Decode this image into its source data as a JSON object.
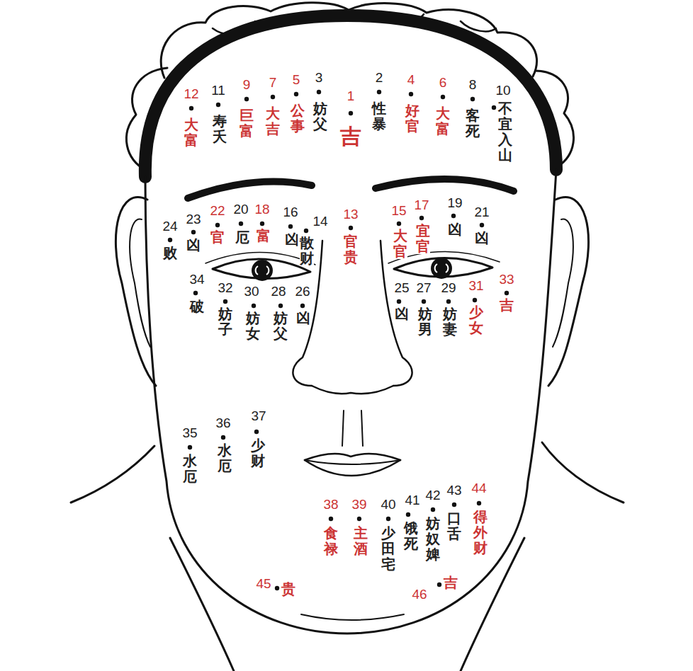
{
  "diagram": {
    "labels": [
      "12",
      "大富",
      "11",
      "寿夭",
      "9",
      "巨富",
      "7",
      "大吉",
      "5",
      "公事",
      "3",
      "妨父",
      "1",
      "吉",
      "2",
      "性暴",
      "4",
      "好官",
      "6",
      "大富",
      "8",
      "客死",
      "10",
      "不宜入山",
      "24",
      "败",
      "23",
      "凶",
      "22",
      "官",
      "20",
      "厄",
      "18",
      "富",
      "16",
      "凶",
      "14",
      "散财",
      "13",
      "官贵",
      "15",
      "大官",
      "17",
      "宜官",
      "19",
      "凶",
      "21",
      "凶",
      "34",
      "破",
      "32",
      "妨子",
      "30",
      "妨女",
      "28",
      "妨父",
      "26",
      "凶",
      "25",
      "凶",
      "27",
      "妨男",
      "29",
      "妨妻",
      "31",
      "少女",
      "33",
      "吉",
      "35",
      "水厄",
      "36",
      "水厄",
      "37",
      "少财",
      "38",
      "食禄",
      "39",
      "主酒",
      "40",
      "少田宅",
      "41",
      "饿死",
      "42",
      "妨奴婢",
      "43",
      "口舌",
      "44",
      "得外财",
      "45",
      "贵",
      "46",
      "吉"
    ]
  }
}
